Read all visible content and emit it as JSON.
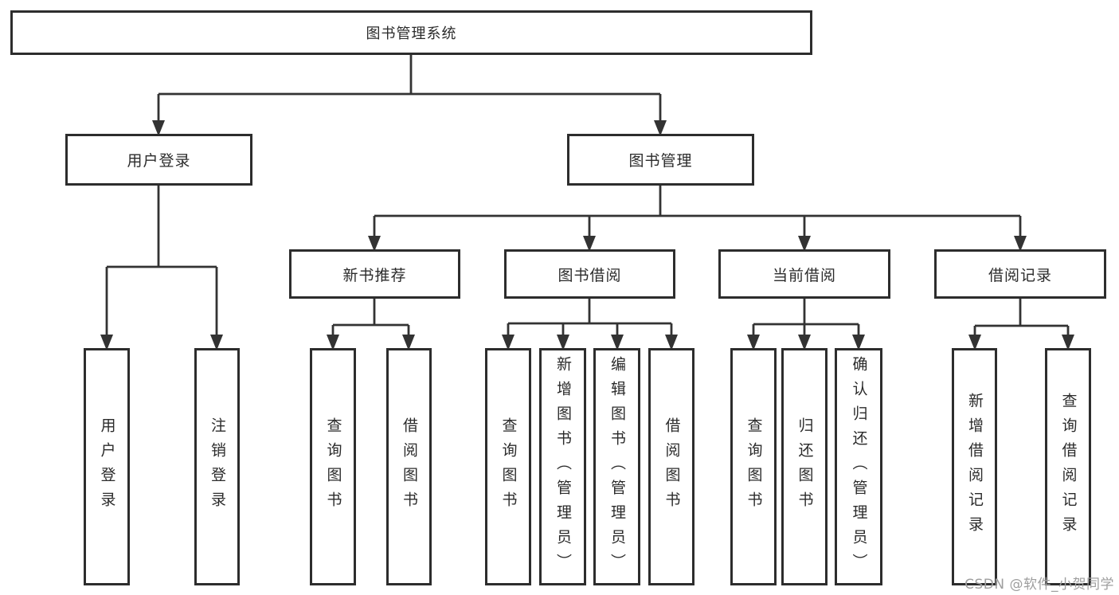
{
  "diagram_title": "图书管理系统",
  "tree": {
    "label": "图书管理系统",
    "children": [
      {
        "label": "用户登录",
        "children": [
          {
            "label": "用户登录"
          },
          {
            "label": "注销登录"
          }
        ]
      },
      {
        "label": "图书管理",
        "children": [
          {
            "label": "新书推荐",
            "children": [
              {
                "label": "查询图书"
              },
              {
                "label": "借阅图书"
              }
            ]
          },
          {
            "label": "图书借阅",
            "children": [
              {
                "label": "查询图书"
              },
              {
                "label": "新增图书（管理员）"
              },
              {
                "label": "编辑图书（管理员）"
              },
              {
                "label": "借阅图书"
              }
            ]
          },
          {
            "label": "当前借阅",
            "children": [
              {
                "label": "查询图书"
              },
              {
                "label": "归还图书"
              },
              {
                "label": "确认归还（管理员）"
              }
            ]
          },
          {
            "label": "借阅记录",
            "children": [
              {
                "label": "新增借阅记录"
              },
              {
                "label": "查询借阅记录"
              }
            ]
          }
        ]
      }
    ]
  },
  "watermark": "CSDN @软件_小贺同学",
  "colors": {
    "line": "#333333",
    "border": "#2d2d2d",
    "text": "#2b2b2b",
    "watermark": "#9e9e9e"
  }
}
